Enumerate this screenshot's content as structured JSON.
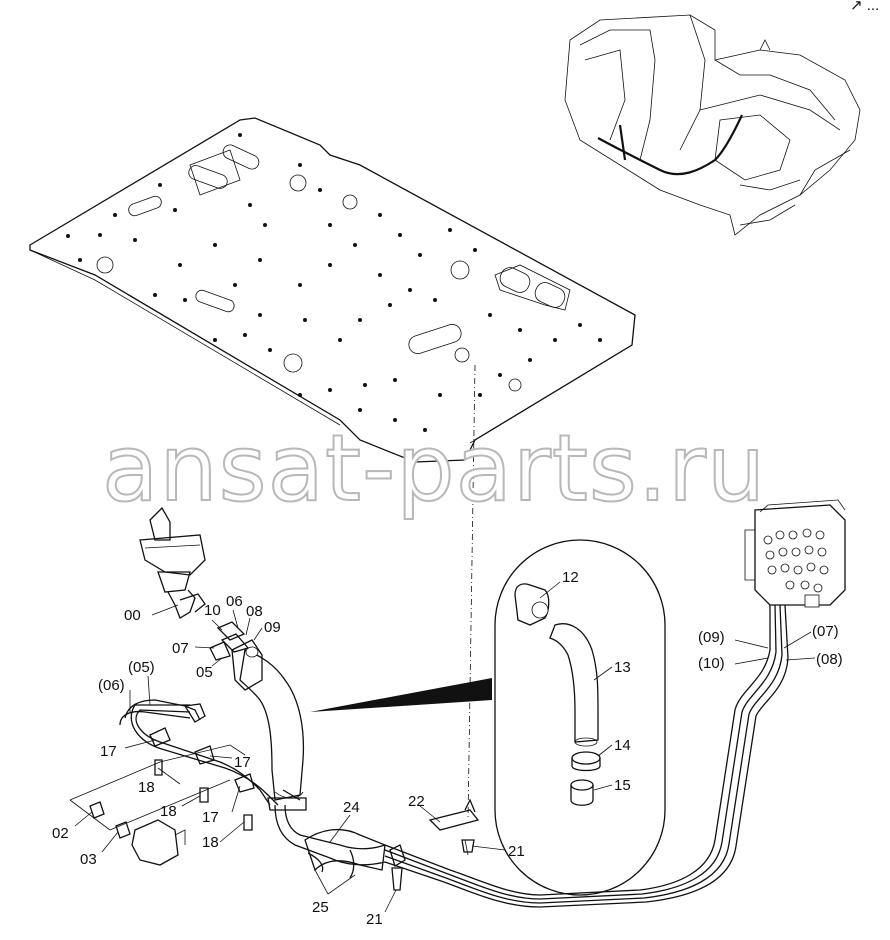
{
  "watermark": "ansat-parts.ru",
  "corner_mark": "↗ ...",
  "labels": [
    {
      "id": "00",
      "text": "00"
    },
    {
      "id": "10",
      "text": "10"
    },
    {
      "id": "06",
      "text": "06"
    },
    {
      "id": "08",
      "text": "08"
    },
    {
      "id": "07",
      "text": "07"
    },
    {
      "id": "09",
      "text": "09"
    },
    {
      "id": "05",
      "text": "05"
    },
    {
      "id": "p05",
      "text": "(05)"
    },
    {
      "id": "p06",
      "text": "(06)"
    },
    {
      "id": "17a",
      "text": "17"
    },
    {
      "id": "17b",
      "text": "17"
    },
    {
      "id": "17c",
      "text": "17"
    },
    {
      "id": "18a",
      "text": "18"
    },
    {
      "id": "18b",
      "text": "18"
    },
    {
      "id": "18c",
      "text": "18"
    },
    {
      "id": "02",
      "text": "02"
    },
    {
      "id": "03",
      "text": "03"
    },
    {
      "id": "24",
      "text": "24"
    },
    {
      "id": "22",
      "text": "22"
    },
    {
      "id": "21a",
      "text": "21"
    },
    {
      "id": "21b",
      "text": "21"
    },
    {
      "id": "25",
      "text": "25"
    },
    {
      "id": "12",
      "text": "12"
    },
    {
      "id": "13",
      "text": "13"
    },
    {
      "id": "14",
      "text": "14"
    },
    {
      "id": "15",
      "text": "15"
    },
    {
      "id": "p09",
      "text": "(09)"
    },
    {
      "id": "p07",
      "text": "(07)"
    },
    {
      "id": "p10",
      "text": "(10)"
    },
    {
      "id": "p08",
      "text": "(08)"
    }
  ]
}
